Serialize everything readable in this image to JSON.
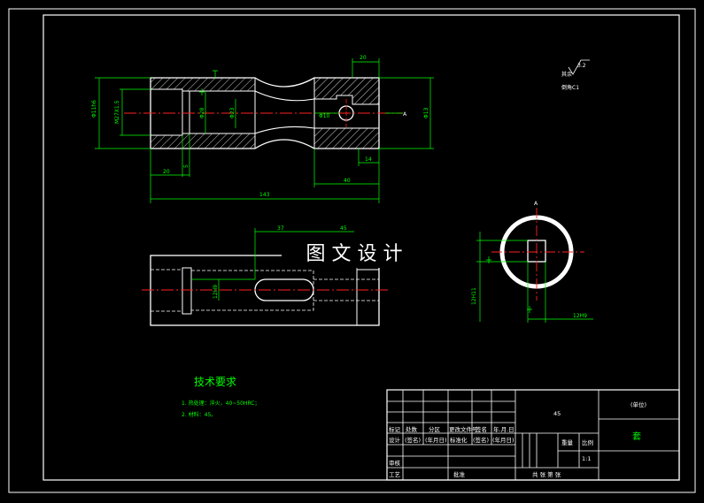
{
  "watermark": "图 文 设 计",
  "dimensions": {
    "len_20_top": "20",
    "phi_left": "Φ11h6",
    "m_thread": "M27X1.5",
    "phi_inner_1": "Φ28",
    "phi_inner_2": "Φ23",
    "phi_10": "Φ10",
    "phi_right": "Φ13",
    "len_20_bottom": "20",
    "len_5": "5",
    "len_14": "14",
    "len_40": "40",
    "len_143": "143",
    "len_37": "37",
    "len_45": "45",
    "slot_12h9_left": "12H9",
    "slot_12h11": "12H11",
    "slot_12h9_right": "12H9",
    "section_label": "A",
    "arrow_a": "A"
  },
  "surface_note": {
    "roughness": "3.2",
    "rest_label": "其余",
    "chamfer": "倒角C1"
  },
  "tech_requirements": {
    "title": "技术要求",
    "items": [
      "1. 热处理：淬火，40~50HRC；",
      "2. 材料：45。"
    ]
  },
  "title_block": {
    "material": "45",
    "unit": "(单位)",
    "part_name": "套",
    "scale": "1:1",
    "labels": {
      "mark": "标记",
      "count": "处数",
      "zone": "分区",
      "change_doc": "更改文件号",
      "sign": "签名",
      "date": "年.月.日",
      "design": "设计",
      "sign_paren": "(签名)",
      "date_paren": "(年月日)",
      "standard": "标准化",
      "review": "审核",
      "process": "工艺",
      "approve": "批准",
      "weight": "重量",
      "ratio": "比例",
      "sheets": "共  张  第  张"
    }
  }
}
